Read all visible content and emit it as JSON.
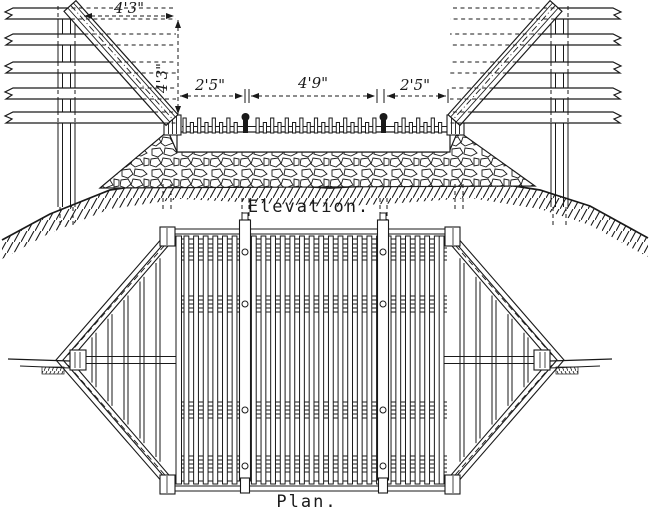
{
  "colors": {
    "ink": "#1a1a1a",
    "paper": "#ffffff"
  },
  "figure": {
    "kind": "technical-line-drawing",
    "views": {
      "elevation": {
        "label": "Elevation."
      },
      "plan": {
        "label": "Plan."
      }
    },
    "dimensions": {
      "brace_offset_horizontal": "4'3\"",
      "brace_offset_vertical": "4'3\"",
      "approach_left": "2'5\"",
      "pit_span": "4'9\"",
      "approach_right": "2'5\""
    }
  }
}
